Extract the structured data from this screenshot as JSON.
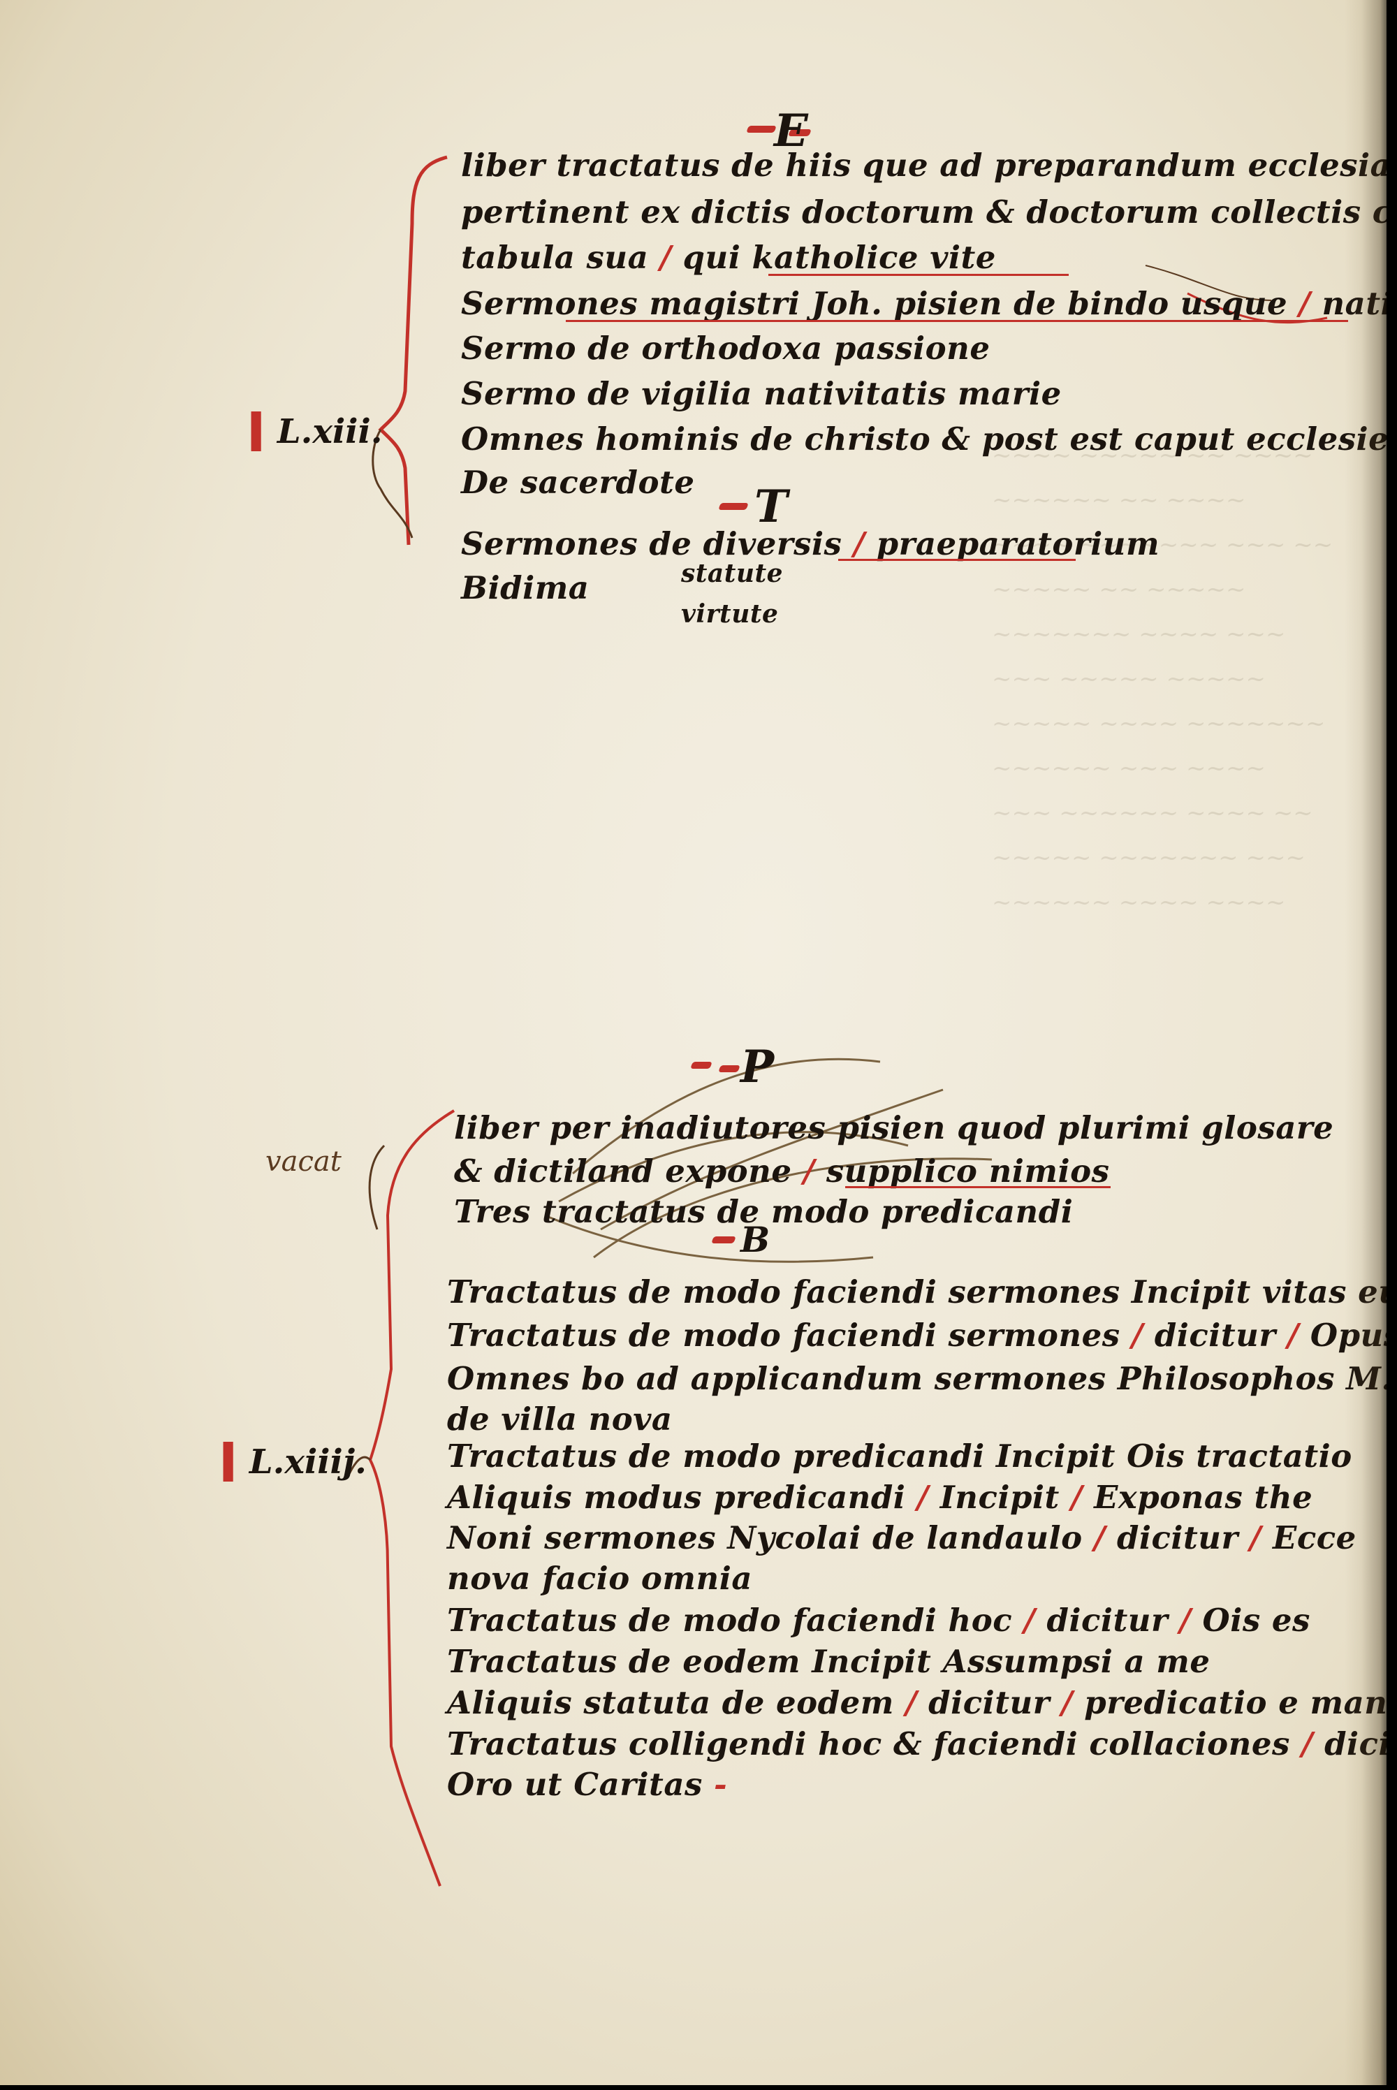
{
  "section1": {
    "rubric_letter": "E",
    "shelfmark": "L.xiii.",
    "lines": [
      "liber tractatus de hiis que ad preparandum ecclesiasticos",
      "pertinent ex dictis doctorum & doctorum collectis cum",
      "tabula sua",
      "qui katholice vite",
      "Sermones magistri Joh. pisien de bindo usque",
      "nativitatis ad agnes",
      "Sermo de orthodoxa passione",
      "Sermo de vigilia nativitatis marie",
      "Omnes hominis de christo & post est caput ecclesie",
      "De sacerdote",
      "Sermones de diversis",
      "praeparatorium",
      "Bidima",
      "statute",
      "virtute"
    ],
    "rubric_letter_2": "T"
  },
  "section2": {
    "rubric_letter": "P",
    "rubric_letter_2": "B",
    "shelfmark": "L.xiiij.",
    "marginal_note": "vacat",
    "lines": [
      "liber per inadiutores pisien quod plurimi glosare",
      "& dictiland expone",
      "supplico nimios",
      "Tres tractatus de modo predicandi",
      "Tractatus de modo faciendi sermones Incipit vitas euangelia",
      "Tractatus de modo faciendi sermones",
      "dicitur",
      "Opus de sermonibus",
      "Omnes bo ad applicandum sermones Philosophos M. Joh.",
      "de villa nova",
      "Tractatus de modo predicandi Incipit Ois tractatio",
      "Aliquis modus predicandi",
      "Incipit",
      "Exponas the",
      "Noni sermones Nycolai de landaulo",
      "dicitur",
      "Ecce",
      "nova facio omnia",
      "Tractatus de modo faciendi hoc",
      "dicitur",
      "Ois es",
      "Tractatus de eodem Incipit Assumpsi a me",
      "Aliquis statuta de eodem",
      "dicitur",
      "predicatio e manifesti",
      "Tractatus colligendi hoc & faciendi collaciones",
      "dicitur",
      "Oro ut Caritas"
    ]
  }
}
